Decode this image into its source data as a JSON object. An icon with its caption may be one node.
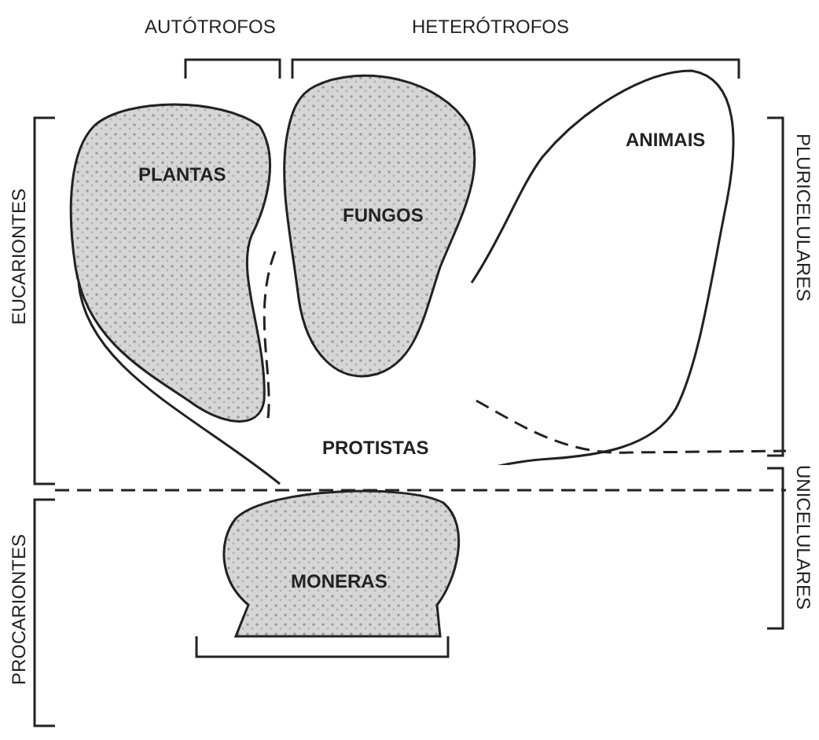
{
  "diagram": {
    "nodes": [
      {
        "text": [
          "PLANTAS"
        ]
      },
      {
        "text": [
          "FUNGOS"
        ]
      },
      {
        "text": [
          "ANIMAIS"
        ]
      },
      {
        "text": [
          "PROTISTAS"
        ]
      },
      {
        "text": [
          "MONERAS"
        ]
      }
    ],
    "labels": [
      "AUTÓTROFOS",
      "HETERÓTROFOS",
      "EUCARIONTES",
      "PLURICELULARES",
      "UNICELULARES",
      "PROCARIONTES"
    ]
  }
}
